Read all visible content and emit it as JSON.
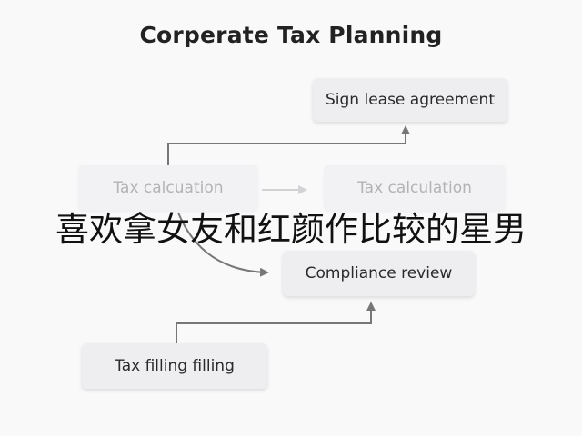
{
  "diagram": {
    "title": "Corperate Tax Planning",
    "nodes": {
      "sign_lease": "Sign lease agreement",
      "tax_calc_left": "Tax calcuation",
      "tax_calc_right": "Tax calculation",
      "compliance": "Compliance review",
      "tax_filing": "Tax filling filling"
    },
    "edges": [
      {
        "from": "tax_calc_left",
        "to": "sign_lease"
      },
      {
        "from": "tax_calc_left",
        "to": "tax_calc_right"
      },
      {
        "from": "tax_calc_left",
        "to": "compliance"
      },
      {
        "from": "tax_filing",
        "to": "compliance"
      }
    ],
    "colors": {
      "arrow": "#777777",
      "faded_arrow": "#d3d3d6",
      "node_fill": "#eeeef1",
      "faded_text": "#b3b3b6"
    }
  },
  "overlay": {
    "caption": "喜欢拿女友和红颜作比较的星男"
  }
}
